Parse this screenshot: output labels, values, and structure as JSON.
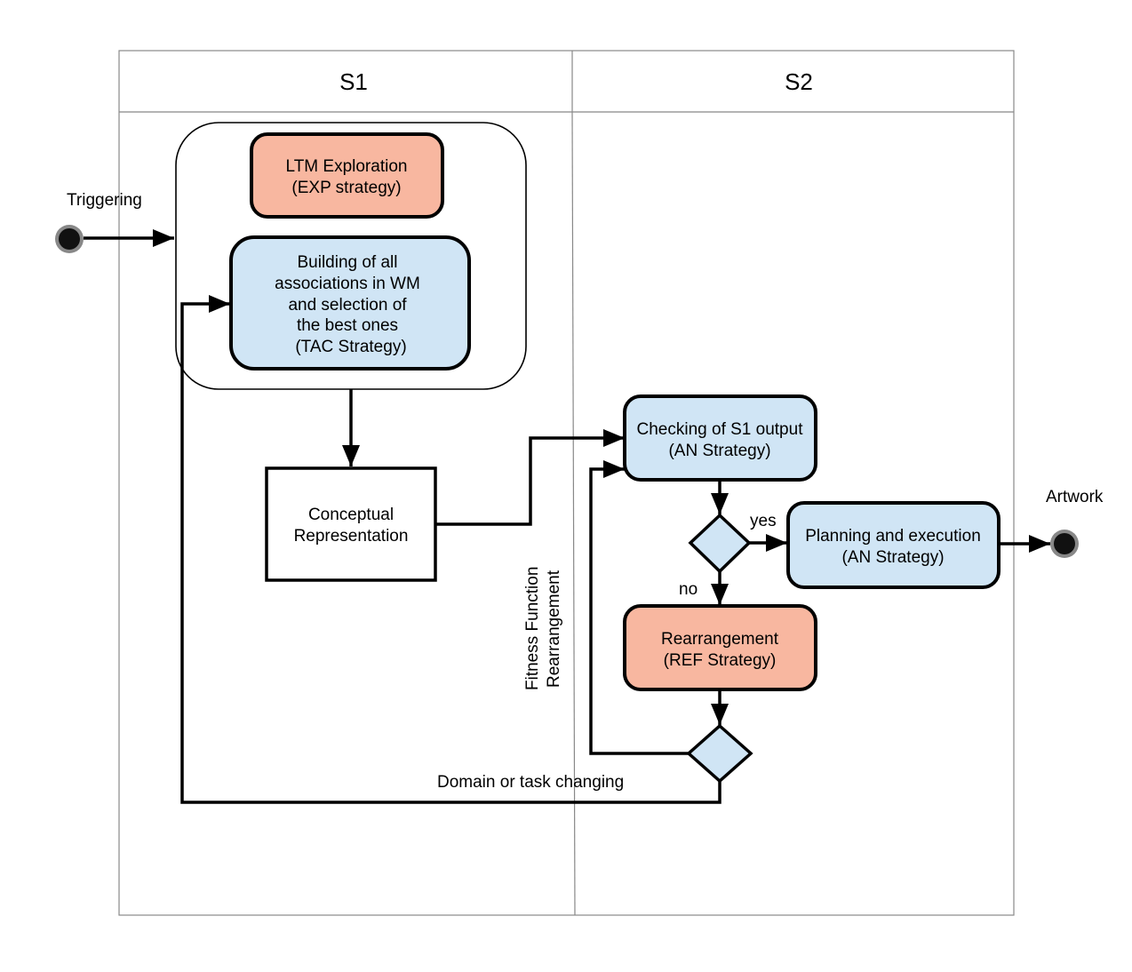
{
  "lanes": [
    {
      "id": "s1",
      "title": "S1"
    },
    {
      "id": "s2",
      "title": "S2"
    }
  ],
  "nodes": {
    "ltm": {
      "lines": [
        "LTM Exploration",
        "(EXP strategy)"
      ],
      "fill": "#F8B7A0"
    },
    "building": {
      "lines": [
        "Building of all",
        "associations in WM",
        "and selection of",
        "the best ones",
        "(TAC Strategy)"
      ],
      "fill": "#D0E5F5"
    },
    "conceptual": {
      "lines": [
        "Conceptual",
        "Representation"
      ],
      "fill": "#FFFFFF"
    },
    "checking": {
      "lines": [
        "Checking of S1 output",
        "(AN  Strategy)"
      ],
      "fill": "#D0E5F5"
    },
    "planning": {
      "lines": [
        "Planning and execution",
        "(AN Strategy)"
      ],
      "fill": "#D0E5F5"
    },
    "rearrangement": {
      "lines": [
        "Rearrangement",
        "(REF Strategy)"
      ],
      "fill": "#F8B7A0"
    }
  },
  "labels": {
    "triggering": "Triggering",
    "artwork": "Artwork",
    "yes": "yes",
    "no": "no",
    "fitness_line1": "Fitness Function",
    "fitness_line2": "Rearrangement",
    "domain": "Domain or task changing"
  },
  "colors": {
    "decision_fill": "#D0E5F5",
    "terminal_fill": "#111111",
    "terminal_ring": "#888888",
    "line": "#000000"
  }
}
